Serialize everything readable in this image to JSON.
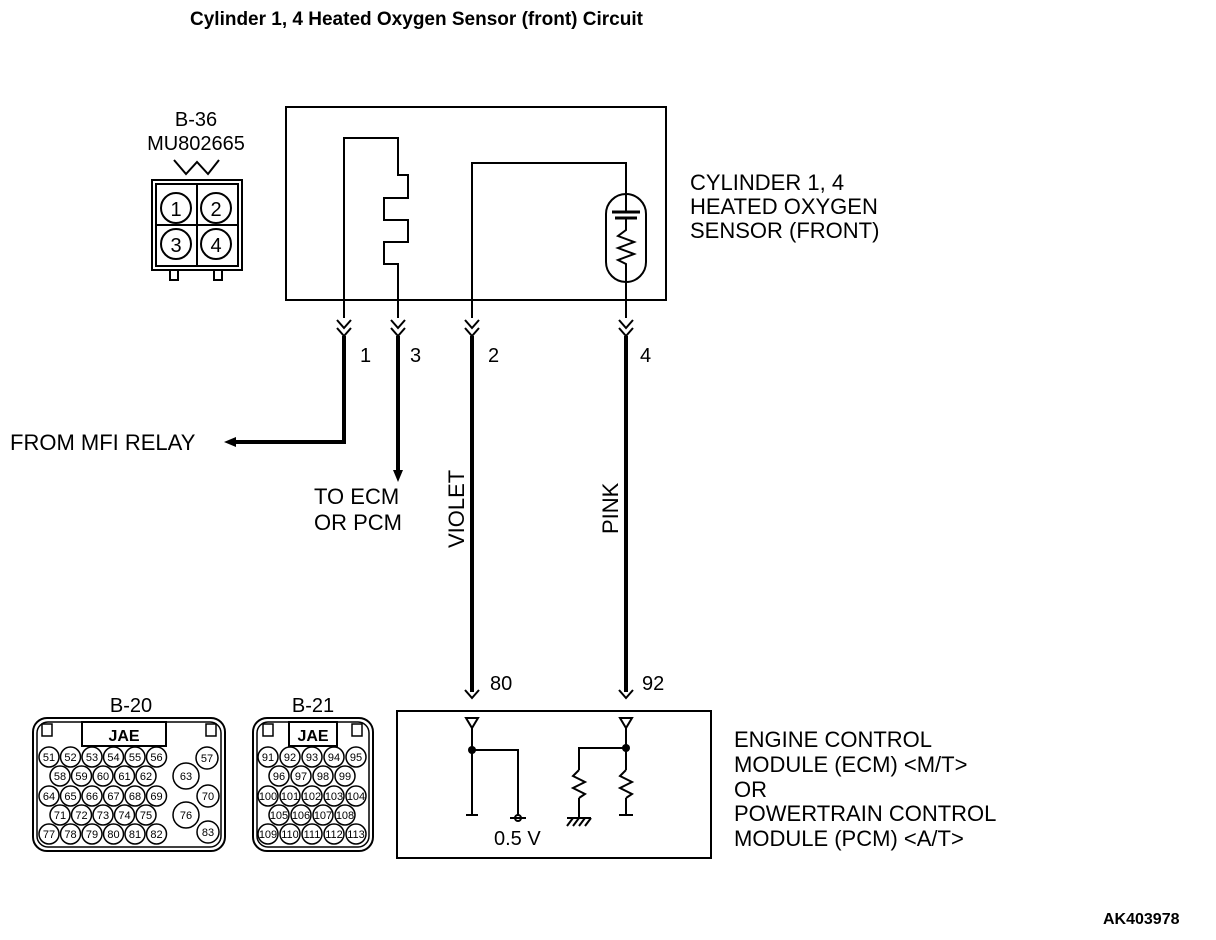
{
  "title": "Cylinder 1, 4 Heated Oxygen Sensor (front) Circuit",
  "figure_code": "AK403978",
  "sensor_connector": {
    "id": "B-36",
    "part": "MU802665",
    "pins": [
      "1",
      "2",
      "3",
      "4"
    ]
  },
  "sensor_label": [
    "CYLINDER 1, 4",
    "HEATED OXYGEN",
    "SENSOR (FRONT)"
  ],
  "pin_labels": {
    "p1": "1",
    "p3": "3",
    "p2": "2",
    "p4": "4"
  },
  "from_mfi_relay": "FROM MFI RELAY",
  "to_ecm": [
    "TO ECM",
    "OR PCM"
  ],
  "wire_colors": {
    "violet": "VIOLET",
    "pink": "PINK"
  },
  "ecm_pins": {
    "p80": "80",
    "p92": "92"
  },
  "voltage": "0.5 V",
  "ecm_label": [
    "ENGINE CONTROL",
    "MODULE (ECM) <M/T>",
    "OR",
    "POWERTRAIN CONTROL",
    "MODULE (PCM) <A/T>"
  ],
  "b20": {
    "id": "B-20",
    "maker": "JAE",
    "rows": [
      [
        "51",
        "52",
        "53",
        "54",
        "55",
        "56"
      ],
      [
        "58",
        "59",
        "60",
        "61",
        "62"
      ],
      [
        "64",
        "65",
        "66",
        "67",
        "68",
        "69"
      ],
      [
        "71",
        "72",
        "73",
        "74",
        "75"
      ],
      [
        "77",
        "78",
        "79",
        "80",
        "81",
        "82"
      ]
    ],
    "side": [
      "57",
      "63",
      "70",
      "76",
      "83"
    ]
  },
  "b21": {
    "id": "B-21",
    "maker": "JAE",
    "rows": [
      [
        "91",
        "92",
        "93",
        "94",
        "95"
      ],
      [
        "96",
        "97",
        "98",
        "99"
      ],
      [
        "100",
        "101",
        "102",
        "103",
        "104"
      ],
      [
        "105",
        "106",
        "107",
        "108"
      ],
      [
        "109",
        "110",
        "111",
        "112",
        "113"
      ]
    ]
  }
}
